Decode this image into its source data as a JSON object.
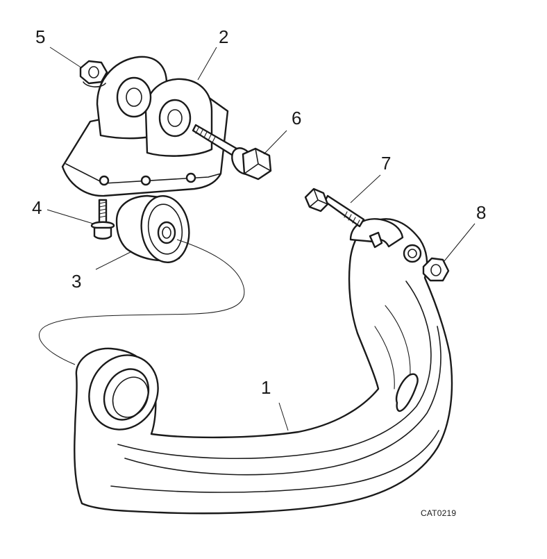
{
  "callouts": [
    {
      "id": "1",
      "label": "1"
    },
    {
      "id": "2",
      "label": "2"
    },
    {
      "id": "3",
      "label": "3"
    },
    {
      "id": "4",
      "label": "4"
    },
    {
      "id": "5",
      "label": "5"
    },
    {
      "id": "6",
      "label": "6"
    },
    {
      "id": "7",
      "label": "7"
    },
    {
      "id": "8",
      "label": "8"
    }
  ],
  "catalog_code": "CAT0219"
}
